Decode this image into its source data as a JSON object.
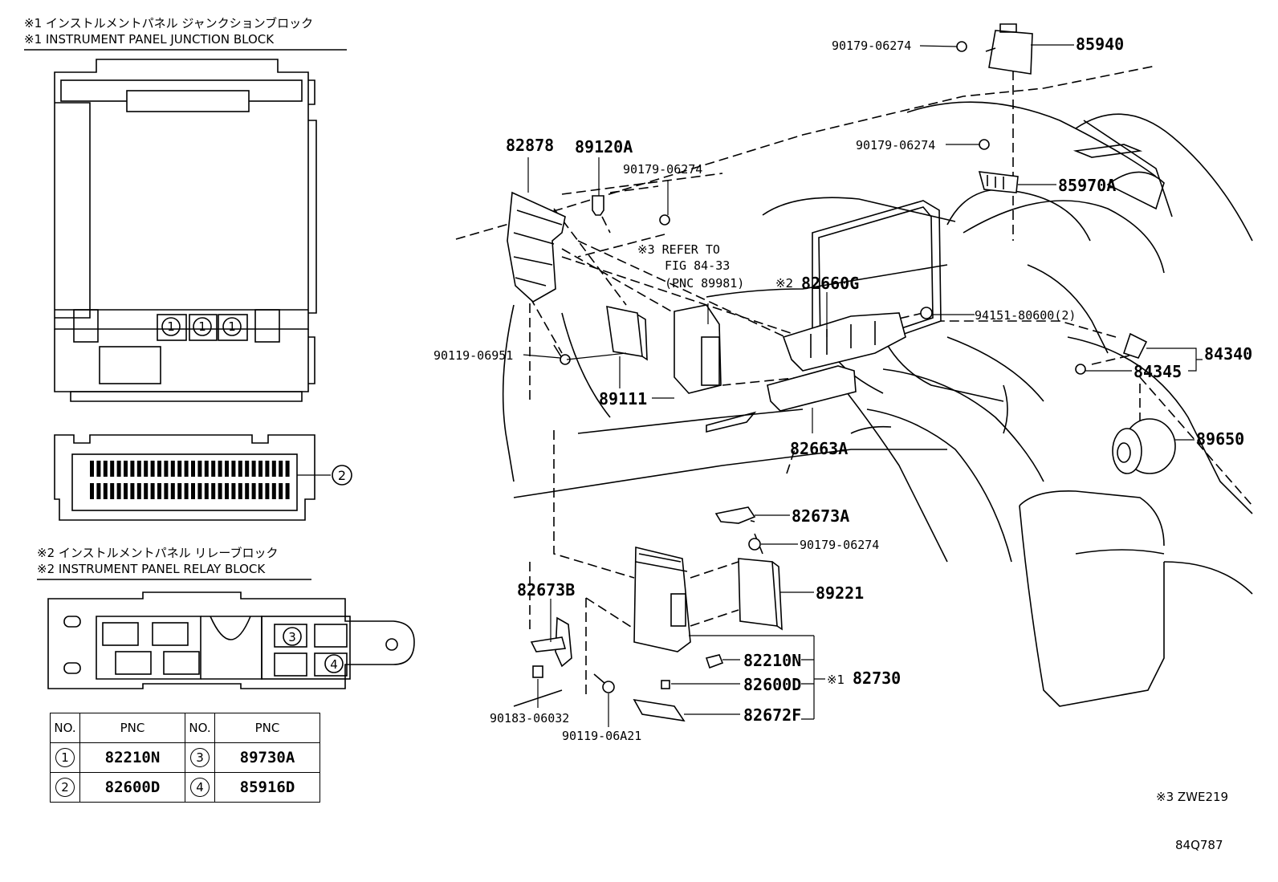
{
  "notes": {
    "jb_jp": "※1 インストルメントパネル ジャンクションブロック",
    "jb_en": "※1 INSTRUMENT PANEL JUNCTION BLOCK",
    "rb_jp": "※2 インストルメントパネル リレーブロック",
    "rb_en": "※2 INSTRUMENT PANEL RELAY BLOCK",
    "refer1": "※3 REFER TO",
    "refer2": "FIG 84-33",
    "refer3": "(PNC 89981)",
    "mark2": "※2",
    "mark1": "※1",
    "footnote": "※3 ZWE219",
    "code": "84Q787"
  },
  "callouts": {
    "c1": "1",
    "c2": "2",
    "c3": "3",
    "c4": "4"
  },
  "parts": {
    "p82878": "82878",
    "p89120A": "89120A",
    "p90179_a": "90179-06274",
    "p90179_top": "90179-06274",
    "p85940": "85940",
    "p90179_mid": "90179-06274",
    "p85970A": "85970A",
    "p82660G": "82660G",
    "p94151": "94151-80600(2)",
    "p84340": "84340",
    "p84345": "84345",
    "p90119_06951": "90119-06951",
    "p89111": "89111",
    "p82663A": "82663A",
    "p89650": "89650",
    "p82673A": "82673A",
    "p90179_low": "90179-06274",
    "p82673B": "82673B",
    "p89221": "89221",
    "p82210N": "82210N",
    "p82730": "82730",
    "p82600D": "82600D",
    "p82672F": "82672F",
    "p90183": "90183-06032",
    "p90119_06A21": "90119-06A21"
  },
  "table": {
    "headers": [
      "NO.",
      "PNC",
      "NO.",
      "PNC"
    ],
    "rows": [
      {
        "no_a": "1",
        "pnc_a": "82210N",
        "no_b": "3",
        "pnc_b": "89730A"
      },
      {
        "no_a": "2",
        "pnc_a": "82600D",
        "no_b": "4",
        "pnc_b": "85916D"
      }
    ]
  }
}
